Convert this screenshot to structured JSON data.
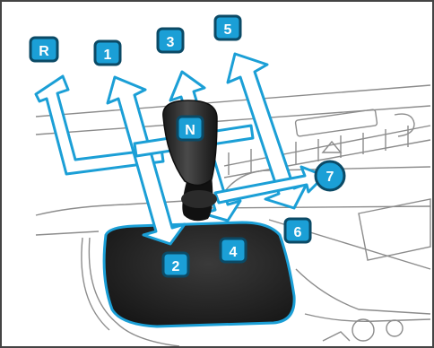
{
  "colors": {
    "arrow_fill": "#ffffff",
    "arrow_stroke": "#1b9fd6",
    "badge_fill": "#1b9fd6",
    "badge_border": "#0b4a66",
    "badge_text": "#ffffff",
    "line_art": "#8c8c8c",
    "boot_dark": "#2a2a2a",
    "frame_border": "#444444"
  },
  "gears": {
    "reverse": "R",
    "first": "1",
    "second": "2",
    "third": "3",
    "fourth": "4",
    "fifth": "5",
    "sixth": "6",
    "seventh": "7",
    "neutral": "N"
  }
}
